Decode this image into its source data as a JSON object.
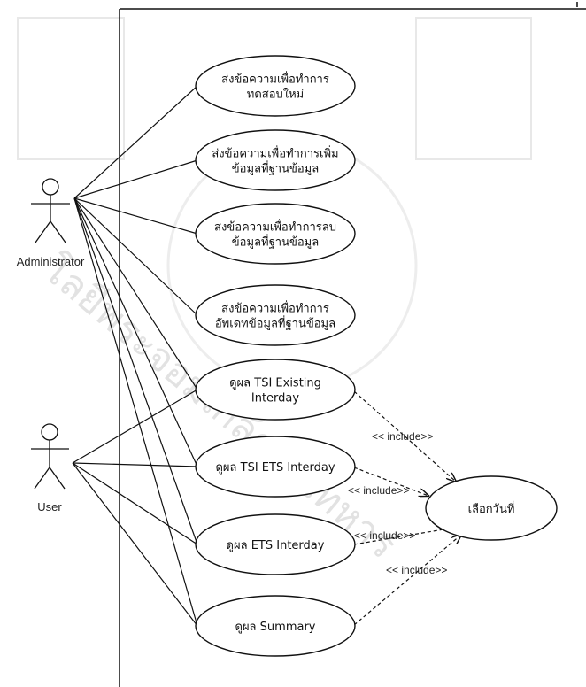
{
  "watermark": {
    "text": "โลยีพระจอมเกล้าคุณทหาร",
    "note_color": "#9a9a9a"
  },
  "actors": [
    {
      "id": "admin",
      "label": "Administrator"
    },
    {
      "id": "user",
      "label": "User"
    }
  ],
  "use_cases": [
    {
      "id": "uc1",
      "lines": [
        "ส่งข้อความเพื่อทำการ",
        "ทดสอบใหม่"
      ]
    },
    {
      "id": "uc2",
      "lines": [
        "ส่งข้อความเพื่อทำการเพิ่ม",
        "ข้อมูลที่ฐานข้อมูล"
      ]
    },
    {
      "id": "uc3",
      "lines": [
        "ส่งข้อความเพื่อทำการลบ",
        "ข้อมูลที่ฐานข้อมูล"
      ]
    },
    {
      "id": "uc4",
      "lines": [
        "ส่งข้อความเพื่อทำการ",
        "อัพเดทข้อมูลที่ฐานข้อมูล"
      ]
    },
    {
      "id": "uc5",
      "lines": [
        "ดูผล TSI Existing",
        "Interday"
      ]
    },
    {
      "id": "uc6",
      "lines": [
        "ดูผล TSI ETS Interday"
      ]
    },
    {
      "id": "uc7",
      "lines": [
        "ดูผล ETS Interday"
      ]
    },
    {
      "id": "uc8",
      "lines": [
        "ดูผล Summary"
      ]
    },
    {
      "id": "uc9",
      "lines": [
        "เลือกวันที่"
      ]
    }
  ],
  "associations": {
    "admin": [
      "uc1",
      "uc2",
      "uc3",
      "uc4",
      "uc5",
      "uc6",
      "uc7",
      "uc8"
    ],
    "user": [
      "uc5",
      "uc6",
      "uc7",
      "uc8"
    ]
  },
  "includes": [
    {
      "from": "uc5",
      "to": "uc9",
      "label": "<< include>>"
    },
    {
      "from": "uc6",
      "to": "uc9",
      "label": "<< include>>"
    },
    {
      "from": "uc7",
      "to": "uc9",
      "label": "<< include>>"
    },
    {
      "from": "uc8",
      "to": "uc9",
      "label": "<< include>>"
    }
  ],
  "colors": {
    "stroke": "#111111",
    "background": "#ffffff"
  }
}
